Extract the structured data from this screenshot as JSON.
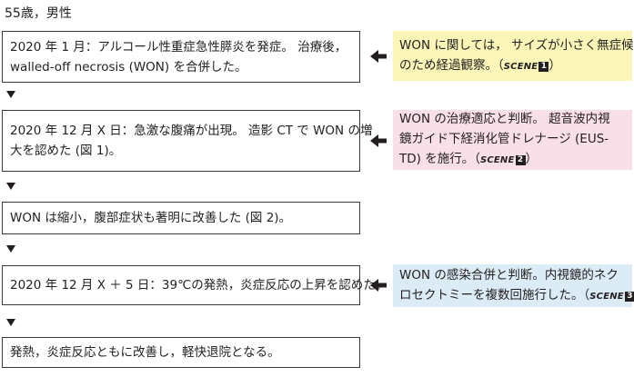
{
  "header": "55歳，男性",
  "steps": [
    {
      "lines": [
        "2020 年 1 月：アルコール性重症急性膵炎を発症。 治療後，",
        "walled-off necrosis (WON) を合併した。"
      ]
    },
    {
      "lines": [
        "2020 年 12 月 X 日：急激な腹痛が出現。 造影 CT で WON の増",
        "大を認めた (図 1)。"
      ]
    },
    {
      "lines": [
        "WON は縮小，腹部症状も著明に改善した (図 2)。"
      ]
    },
    {
      "lines": [
        "2020 年 12 月 X ＋ 5 日：39℃の発熱，炎症反応の上昇を認めた。"
      ]
    },
    {
      "lines": [
        "発熱，炎症反応ともに改善し，軽快退院となる。"
      ]
    }
  ],
  "notes": [
    {
      "lines": [
        "WON に関しては， サイズが小さく無症候",
        "のため経過観察。"
      ],
      "scene_prefix": "（",
      "scene_label": "SCENE",
      "scene_num": "1",
      "scene_suffix": "）",
      "color": "#fbf6b7"
    },
    {
      "lines": [
        "WON の治療適応と判断。 超音波内視",
        "鏡ガイド下経消化管ドレナージ (EUS-",
        "TD) を施行。"
      ],
      "scene_prefix": "（",
      "scene_label": "SCENE",
      "scene_num": "2",
      "scene_suffix": "）",
      "color": "#f9dfe7"
    },
    {
      "lines": [
        "WON の感染合併と判断。内視鏡的ネク",
        "ロセクトミーを複数回施行した。"
      ],
      "scene_prefix": "（",
      "scene_label": "SCENE",
      "scene_num": "3",
      "scene_suffix": "）",
      "color": "#dcecf7"
    }
  ]
}
